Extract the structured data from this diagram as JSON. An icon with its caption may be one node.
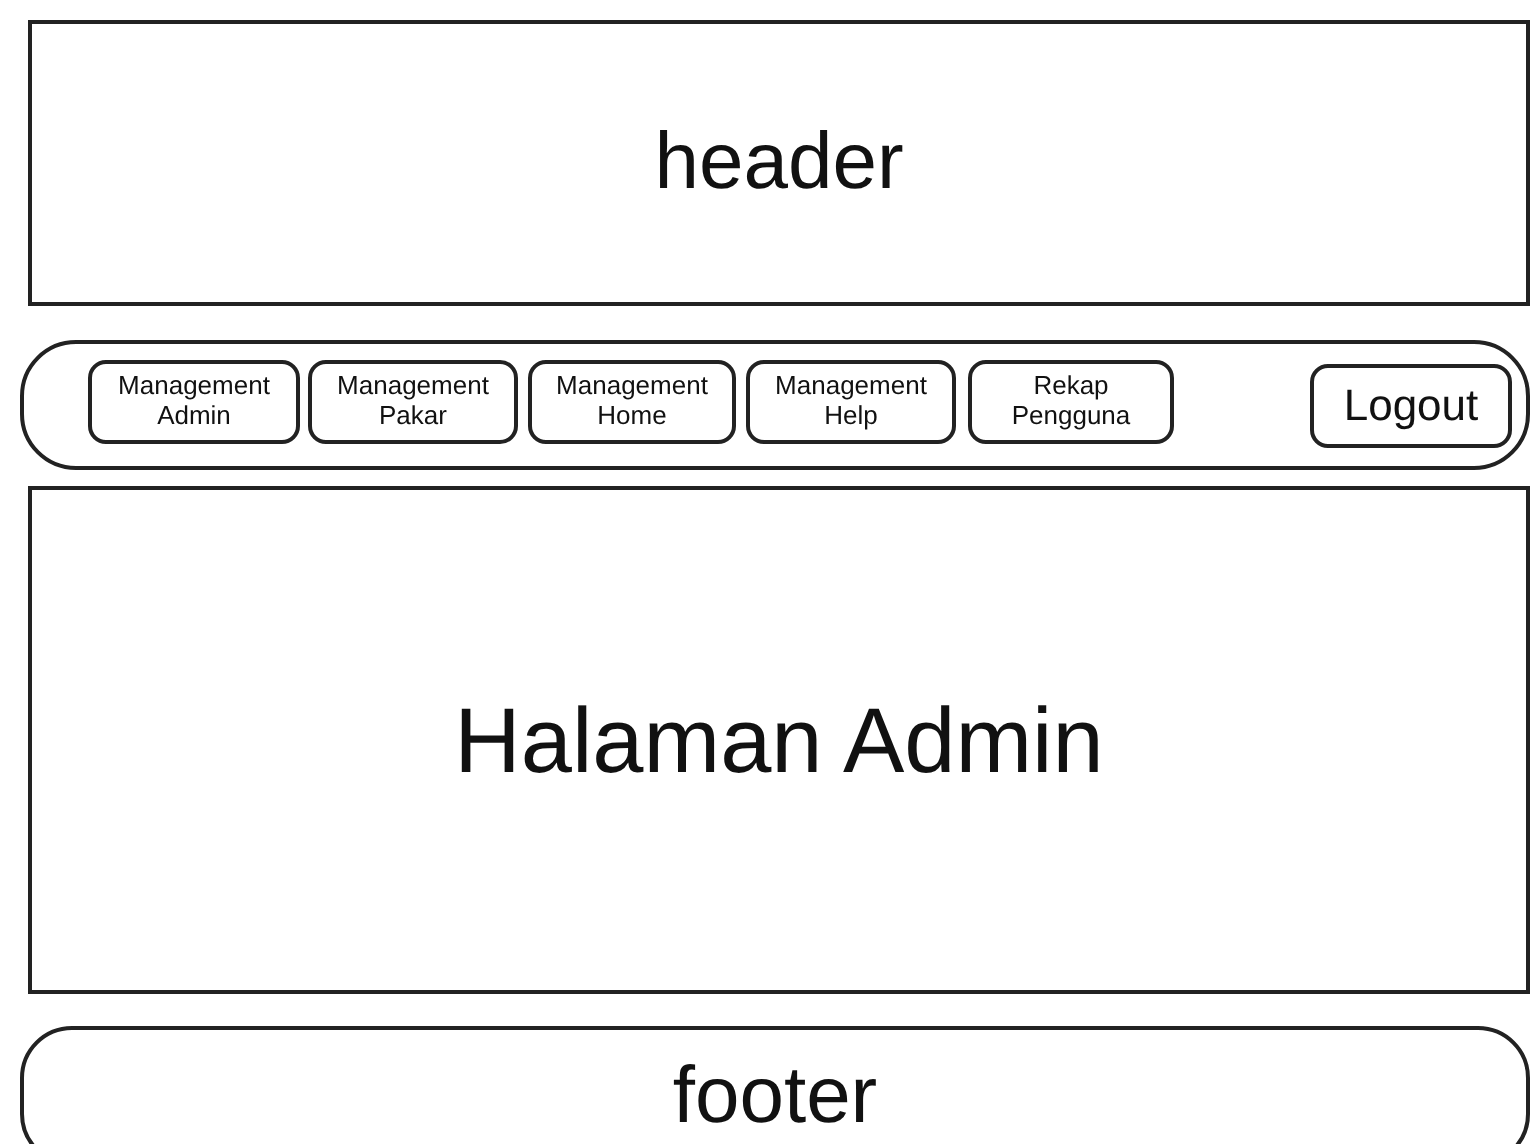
{
  "diagram": {
    "nodes": [
      {
        "text": [
          "header"
        ]
      },
      {
        "text": [],
        "shape": "box"
      },
      {
        "text": [
          "Management Admin"
        ],
        "in": 1
      },
      {
        "text": [
          "Management Pakar"
        ],
        "in": 1
      },
      {
        "text": [
          "Management Home"
        ],
        "in": 1
      },
      {
        "text": [
          "Management Help"
        ],
        "in": 1
      },
      {
        "text": [
          "Rekap Pengguna"
        ],
        "in": 1
      },
      {
        "text": [
          "Logout"
        ],
        "in": 1
      },
      {
        "text": [
          "Halaman Admin"
        ]
      },
      {
        "text": [
          "footer"
        ]
      }
    ]
  }
}
